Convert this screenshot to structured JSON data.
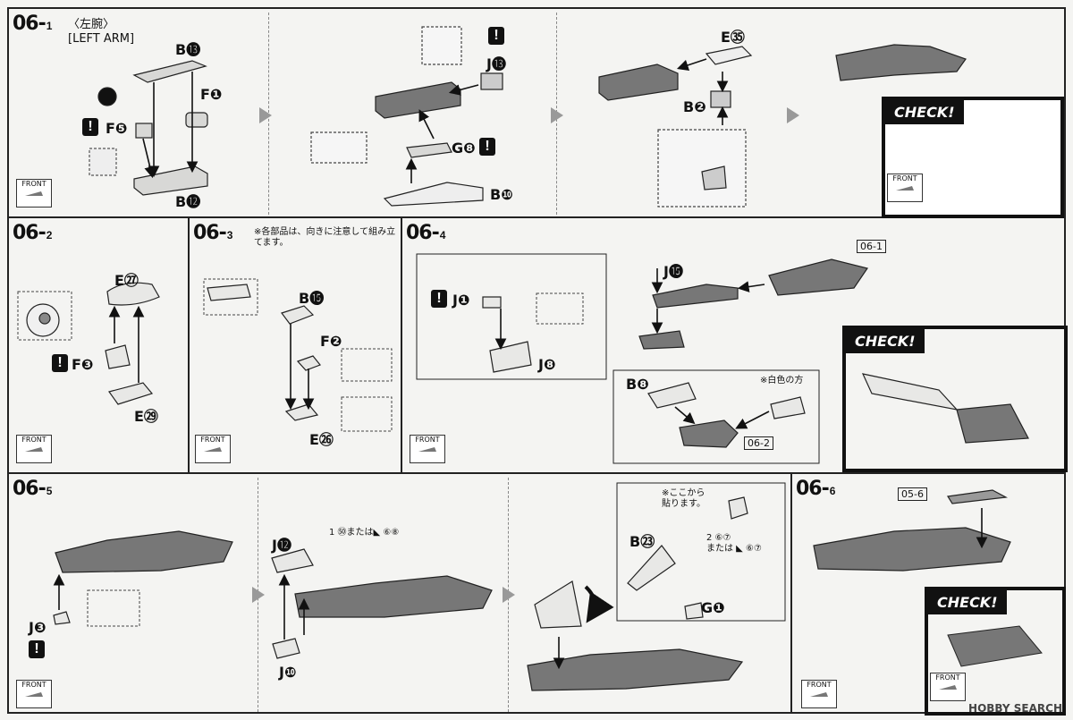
{
  "steps": {
    "s06_1": {
      "num": "06",
      "sub": "1",
      "title_jp": "〈左腕〉",
      "title_en": "[LEFT ARM]"
    },
    "s06_2": {
      "num": "06",
      "sub": "2"
    },
    "s06_3": {
      "num": "06",
      "sub": "3",
      "note": "※各部品は、向きに注意して組み立てます。"
    },
    "s06_4": {
      "num": "06",
      "sub": "4"
    },
    "s06_5": {
      "num": "06",
      "sub": "5"
    },
    "s06_6": {
      "num": "06",
      "sub": "6"
    }
  },
  "parts": {
    "b13": "B⓭",
    "f1": "F❶",
    "f5": "F❺",
    "b12": "B⓬",
    "j13": "J⓭",
    "g8": "G❽",
    "b10": "B❿",
    "e35": "E㉟",
    "b2": "B❷",
    "e27": "E㉗",
    "f3": "F❸",
    "e29": "E㉙",
    "b15": "B⓯",
    "f2": "F❷",
    "e26": "E㉖",
    "j15": "J⓯",
    "j1": "J❶",
    "j8": "J❽",
    "b8": "B❽",
    "j3": "J❸",
    "j12": "J⓬",
    "j10": "J❿",
    "b23": "B㉓",
    "g1": "G❶"
  },
  "refs": {
    "r06_1": "06-1",
    "r06_2": "06-2",
    "r05_6": "05-6"
  },
  "notes": {
    "white_side": "※白色の方",
    "from_here": "※ここから\n貼ります。",
    "sticker_65": "1 ㊿または◣ ⑥⑧",
    "sticker_67": "2 ⑥⑦\nまたは ◣ ⑥⑦",
    "sticker_1": "1"
  },
  "check_label": "CHECK!",
  "front_label": "FRONT",
  "logo": "HOBBY SEARCH",
  "steps_num": {
    "n1": "1",
    "n2": "2",
    "n3": "3"
  }
}
